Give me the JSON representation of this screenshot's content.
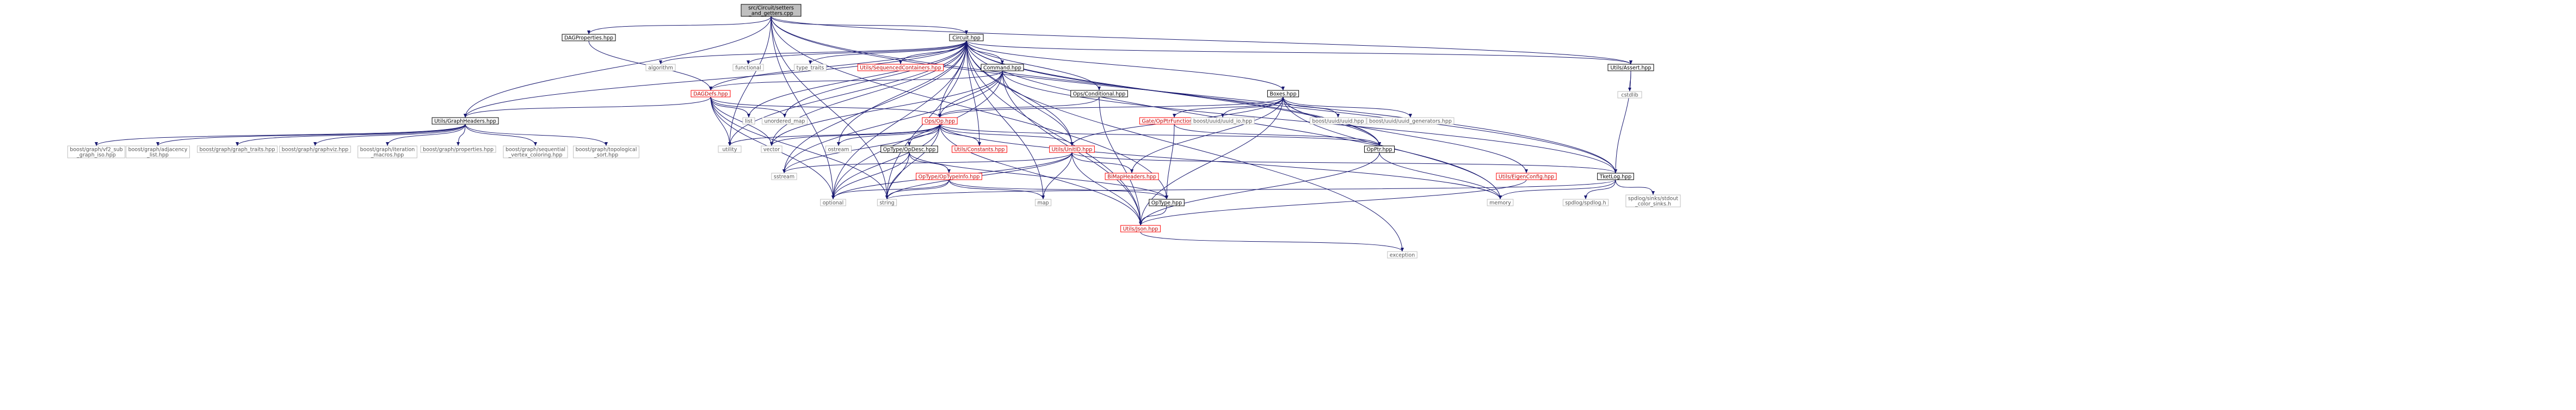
{
  "graph": {
    "nodes": [
      {
        "id": "root",
        "lines": [
          "src/Circuit/setters",
          "_and_getters.cpp"
        ],
        "kind": "root"
      },
      {
        "id": "circuit",
        "lines": [
          "Circuit.hpp"
        ],
        "kind": "local"
      },
      {
        "id": "dagprops",
        "lines": [
          "DAGProperties.hpp"
        ],
        "kind": "local"
      },
      {
        "id": "algorithm",
        "lines": [
          "algorithm"
        ],
        "kind": "std"
      },
      {
        "id": "functional",
        "lines": [
          "functional"
        ],
        "kind": "std"
      },
      {
        "id": "type_traits",
        "lines": [
          "type_traits"
        ],
        "kind": "std"
      },
      {
        "id": "seqcont",
        "lines": [
          "Utils/SequencedContainers.hpp"
        ],
        "kind": "red"
      },
      {
        "id": "command",
        "lines": [
          "Command.hpp"
        ],
        "kind": "local"
      },
      {
        "id": "dagdefs",
        "lines": [
          "DAGDefs.hpp"
        ],
        "kind": "red"
      },
      {
        "id": "conditional",
        "lines": [
          "Ops/Conditional.hpp"
        ],
        "kind": "local"
      },
      {
        "id": "boxes",
        "lines": [
          "Boxes.hpp"
        ],
        "kind": "local"
      },
      {
        "id": "assert",
        "lines": [
          "Utils/Assert.hpp"
        ],
        "kind": "local"
      },
      {
        "id": "cstdlib",
        "lines": [
          "cstdlib"
        ],
        "kind": "std"
      },
      {
        "id": "graphheaders",
        "lines": [
          "Utils/GraphHeaders.hpp"
        ],
        "kind": "local"
      },
      {
        "id": "list",
        "lines": [
          "list"
        ],
        "kind": "std"
      },
      {
        "id": "unordered_map",
        "lines": [
          "unordered_map"
        ],
        "kind": "std"
      },
      {
        "id": "op",
        "lines": [
          "Ops/Op.hpp"
        ],
        "kind": "red"
      },
      {
        "id": "gatesopfn",
        "lines": [
          "Gate/OpPtrFunctions.hpp"
        ],
        "kind": "red"
      },
      {
        "id": "uuid_io",
        "lines": [
          "boost/uuid/uuid_io.hpp"
        ],
        "kind": "std"
      },
      {
        "id": "uuid",
        "lines": [
          "boost/uuid/uuid.hpp"
        ],
        "kind": "std"
      },
      {
        "id": "uuid_gen",
        "lines": [
          "boost/uuid/uuid_generators.hpp"
        ],
        "kind": "std"
      },
      {
        "id": "vf2",
        "lines": [
          "boost/graph/vf2_sub",
          "_graph_iso.hpp"
        ],
        "kind": "std"
      },
      {
        "id": "adjlist",
        "lines": [
          "boost/graph/adjacency",
          "_list.hpp"
        ],
        "kind": "std"
      },
      {
        "id": "gtraits",
        "lines": [
          "boost/graph/graph_traits.hpp"
        ],
        "kind": "std"
      },
      {
        "id": "graphviz",
        "lines": [
          "boost/graph/graphviz.hpp"
        ],
        "kind": "std"
      },
      {
        "id": "itermacros",
        "lines": [
          "boost/graph/iteration",
          "_macros.hpp"
        ],
        "kind": "std"
      },
      {
        "id": "properties",
        "lines": [
          "boost/graph/properties.hpp"
        ],
        "kind": "std"
      },
      {
        "id": "seqvc",
        "lines": [
          "boost/graph/sequential",
          "_vertex_coloring.hpp"
        ],
        "kind": "std"
      },
      {
        "id": "toposort",
        "lines": [
          "boost/graph/topological",
          "_sort.hpp"
        ],
        "kind": "std"
      },
      {
        "id": "utility",
        "lines": [
          "utility"
        ],
        "kind": "std"
      },
      {
        "id": "vector",
        "lines": [
          "vector"
        ],
        "kind": "std"
      },
      {
        "id": "ostream",
        "lines": [
          "ostream"
        ],
        "kind": "std"
      },
      {
        "id": "opdesc",
        "lines": [
          "OpType/OpDesc.hpp"
        ],
        "kind": "local"
      },
      {
        "id": "constants",
        "lines": [
          "Utils/Constants.hpp"
        ],
        "kind": "red"
      },
      {
        "id": "unitid",
        "lines": [
          "Utils/UnitID.hpp"
        ],
        "kind": "red"
      },
      {
        "id": "opptr",
        "lines": [
          "OpPtr.hpp"
        ],
        "kind": "local"
      },
      {
        "id": "sstream",
        "lines": [
          "sstream"
        ],
        "kind": "std"
      },
      {
        "id": "optypeinfo",
        "lines": [
          "OpType/OpTypeInfo.hpp"
        ],
        "kind": "red"
      },
      {
        "id": "bimap",
        "lines": [
          "BiMapHeaders.hpp"
        ],
        "kind": "red"
      },
      {
        "id": "eigenconfig",
        "lines": [
          "Utils/EigenConfig.hpp"
        ],
        "kind": "red"
      },
      {
        "id": "tketlog",
        "lines": [
          "TketLog.hpp"
        ],
        "kind": "local"
      },
      {
        "id": "optional",
        "lines": [
          "optional"
        ],
        "kind": "std"
      },
      {
        "id": "string",
        "lines": [
          "string"
        ],
        "kind": "std"
      },
      {
        "id": "map",
        "lines": [
          "map"
        ],
        "kind": "std"
      },
      {
        "id": "optype",
        "lines": [
          "OpType.hpp"
        ],
        "kind": "local"
      },
      {
        "id": "memory",
        "lines": [
          "memory"
        ],
        "kind": "std"
      },
      {
        "id": "spdlog",
        "lines": [
          "spdlog/spdlog.h"
        ],
        "kind": "std"
      },
      {
        "id": "stdout_sinks",
        "lines": [
          "spdlog/sinks/stdout",
          "_color_sinks.h"
        ],
        "kind": "std"
      },
      {
        "id": "json",
        "lines": [
          "Utils/Json.hpp"
        ],
        "kind": "red"
      },
      {
        "id": "exception",
        "lines": [
          "exception"
        ],
        "kind": "std"
      }
    ],
    "edges": [
      [
        "root",
        "circuit"
      ],
      [
        "root",
        "dagprops"
      ],
      [
        "root",
        "assert"
      ],
      [
        "root",
        "graphheaders"
      ],
      [
        "root",
        "optional"
      ],
      [
        "root",
        "string"
      ],
      [
        "root",
        "optype"
      ],
      [
        "root",
        "utility"
      ],
      [
        "root",
        "tketlog"
      ],
      [
        "root",
        "opptr"
      ],
      [
        "circuit",
        "algorithm"
      ],
      [
        "circuit",
        "functional"
      ],
      [
        "circuit",
        "type_traits"
      ],
      [
        "circuit",
        "seqcont"
      ],
      [
        "circuit",
        "command"
      ],
      [
        "circuit",
        "dagdefs"
      ],
      [
        "circuit",
        "conditional"
      ],
      [
        "circuit",
        "boxes"
      ],
      [
        "circuit",
        "assert"
      ],
      [
        "circuit",
        "graphheaders"
      ],
      [
        "circuit",
        "list"
      ],
      [
        "circuit",
        "unordered_map"
      ],
      [
        "circuit",
        "utility"
      ],
      [
        "circuit",
        "vector"
      ],
      [
        "circuit",
        "ostream"
      ],
      [
        "circuit",
        "sstream"
      ],
      [
        "circuit",
        "optional"
      ],
      [
        "circuit",
        "string"
      ],
      [
        "circuit",
        "map"
      ],
      [
        "circuit",
        "memory"
      ],
      [
        "circuit",
        "exception"
      ],
      [
        "circuit",
        "constants"
      ],
      [
        "circuit",
        "unitid"
      ],
      [
        "circuit",
        "tketlog"
      ],
      [
        "circuit",
        "op"
      ],
      [
        "circuit",
        "json"
      ],
      [
        "circuit",
        "opptr"
      ],
      [
        "dagprops",
        "dagdefs"
      ],
      [
        "command",
        "dagdefs"
      ],
      [
        "command",
        "op"
      ],
      [
        "command",
        "unitid"
      ],
      [
        "command",
        "optional"
      ],
      [
        "command",
        "sstream"
      ],
      [
        "command",
        "vector"
      ],
      [
        "command",
        "json"
      ],
      [
        "command",
        "tketlog"
      ],
      [
        "dagdefs",
        "graphheaders"
      ],
      [
        "dagdefs",
        "list"
      ],
      [
        "dagdefs",
        "unordered_map"
      ],
      [
        "dagdefs",
        "op"
      ],
      [
        "dagdefs",
        "utility"
      ],
      [
        "dagdefs",
        "vector"
      ],
      [
        "dagdefs",
        "string"
      ],
      [
        "dagdefs",
        "optional"
      ],
      [
        "conditional",
        "op"
      ],
      [
        "conditional",
        "json"
      ],
      [
        "boxes",
        "op"
      ],
      [
        "boxes",
        "gatesopfn"
      ],
      [
        "boxes",
        "uuid_io"
      ],
      [
        "boxes",
        "uuid"
      ],
      [
        "boxes",
        "uuid_gen"
      ],
      [
        "boxes",
        "unitid"
      ],
      [
        "boxes",
        "eigenconfig"
      ],
      [
        "boxes",
        "bimap"
      ],
      [
        "boxes",
        "opptr"
      ],
      [
        "boxes",
        "memory"
      ],
      [
        "boxes",
        "json"
      ],
      [
        "assert",
        "cstdlib"
      ],
      [
        "assert",
        "tketlog"
      ],
      [
        "graphheaders",
        "vf2"
      ],
      [
        "graphheaders",
        "adjlist"
      ],
      [
        "graphheaders",
        "gtraits"
      ],
      [
        "graphheaders",
        "graphviz"
      ],
      [
        "graphheaders",
        "itermacros"
      ],
      [
        "graphheaders",
        "properties"
      ],
      [
        "graphheaders",
        "seqvc"
      ],
      [
        "graphheaders",
        "toposort"
      ],
      [
        "op",
        "utility"
      ],
      [
        "op",
        "vector"
      ],
      [
        "op",
        "ostream"
      ],
      [
        "op",
        "opdesc"
      ],
      [
        "op",
        "constants"
      ],
      [
        "op",
        "unitid"
      ],
      [
        "op",
        "opptr"
      ],
      [
        "op",
        "sstream"
      ],
      [
        "op",
        "optional"
      ],
      [
        "op",
        "string"
      ],
      [
        "op",
        "json"
      ],
      [
        "op",
        "memory"
      ],
      [
        "gatesopfn",
        "opptr"
      ],
      [
        "gatesopfn",
        "optype"
      ],
      [
        "opdesc",
        "optypeinfo"
      ],
      [
        "opdesc",
        "optional"
      ],
      [
        "opdesc",
        "string"
      ],
      [
        "opdesc",
        "optype"
      ],
      [
        "unitid",
        "bimap"
      ],
      [
        "unitid",
        "sstream"
      ],
      [
        "unitid",
        "optional"
      ],
      [
        "unitid",
        "string"
      ],
      [
        "unitid",
        "map"
      ],
      [
        "unitid",
        "json"
      ],
      [
        "unitid",
        "tketlog"
      ],
      [
        "optypeinfo",
        "optype"
      ],
      [
        "optypeinfo",
        "map"
      ],
      [
        "optypeinfo",
        "string"
      ],
      [
        "optypeinfo",
        "optional"
      ],
      [
        "opptr",
        "memory"
      ],
      [
        "opptr",
        "json"
      ],
      [
        "eigenconfig",
        "json"
      ],
      [
        "tketlog",
        "spdlog"
      ],
      [
        "tketlog",
        "stdout_sinks"
      ],
      [
        "tketlog",
        "memory"
      ],
      [
        "tketlog",
        "string"
      ],
      [
        "optype",
        "json"
      ],
      [
        "json",
        "exception"
      ]
    ]
  }
}
